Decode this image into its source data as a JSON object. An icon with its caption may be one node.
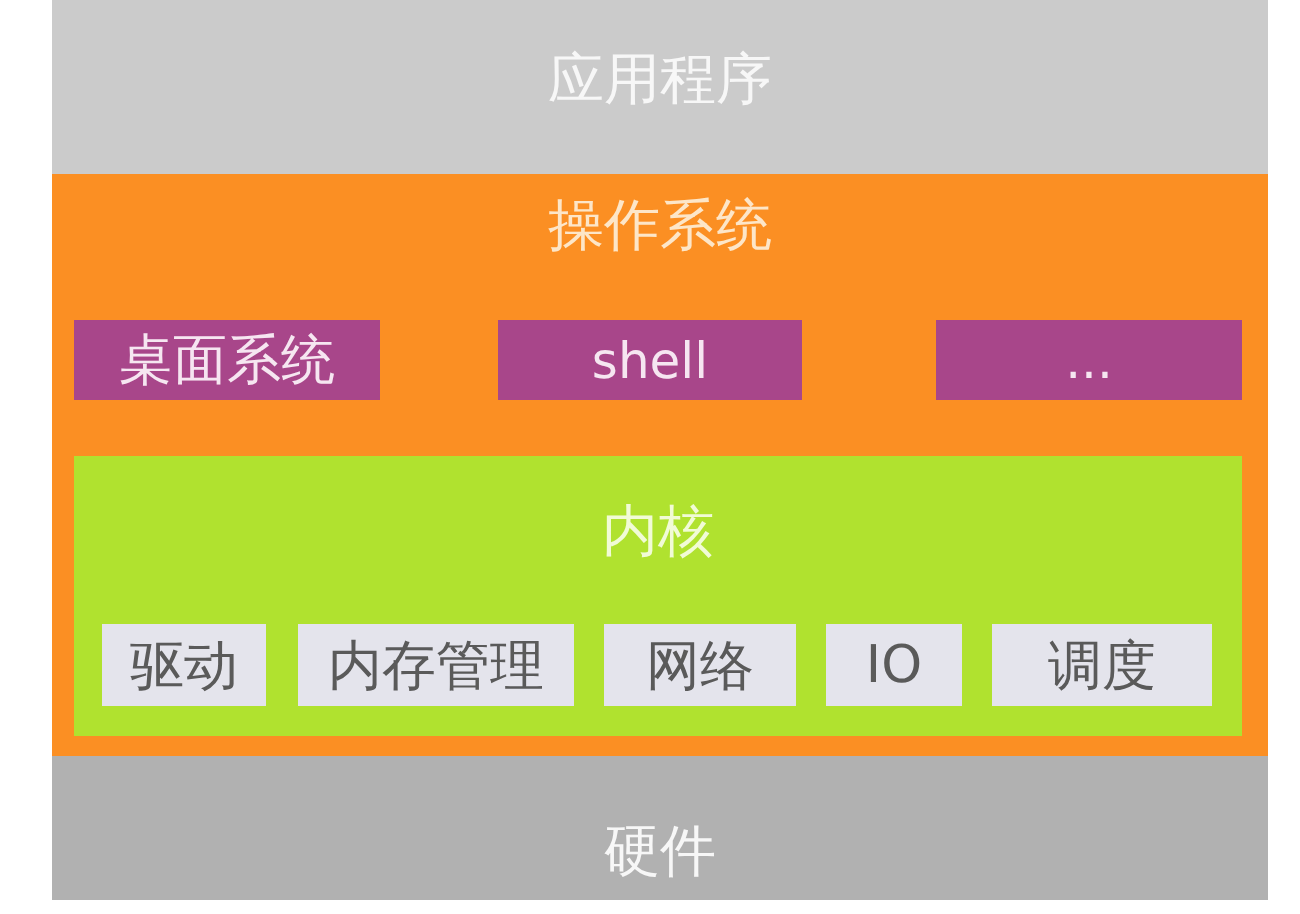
{
  "diagram": {
    "nodes": [
      {
        "text": [
          "应用程序"
        ]
      },
      {
        "text": [
          "操作系统"
        ]
      },
      {
        "text": [
          "桌面系统"
        ],
        "in": 1
      },
      {
        "text": [
          "shell"
        ],
        "in": 1
      },
      {
        "text": [
          "..."
        ],
        "in": 1
      },
      {
        "text": [
          "内核"
        ],
        "in": 1
      },
      {
        "text": [
          "驱动"
        ],
        "in": 5
      },
      {
        "text": [
          "内存管理"
        ],
        "in": 5
      },
      {
        "text": [
          "网络"
        ],
        "in": 5
      },
      {
        "text": [
          "IO"
        ],
        "in": 5
      },
      {
        "text": [
          "调度"
        ],
        "in": 5
      },
      {
        "text": [
          "硬件"
        ]
      }
    ]
  }
}
